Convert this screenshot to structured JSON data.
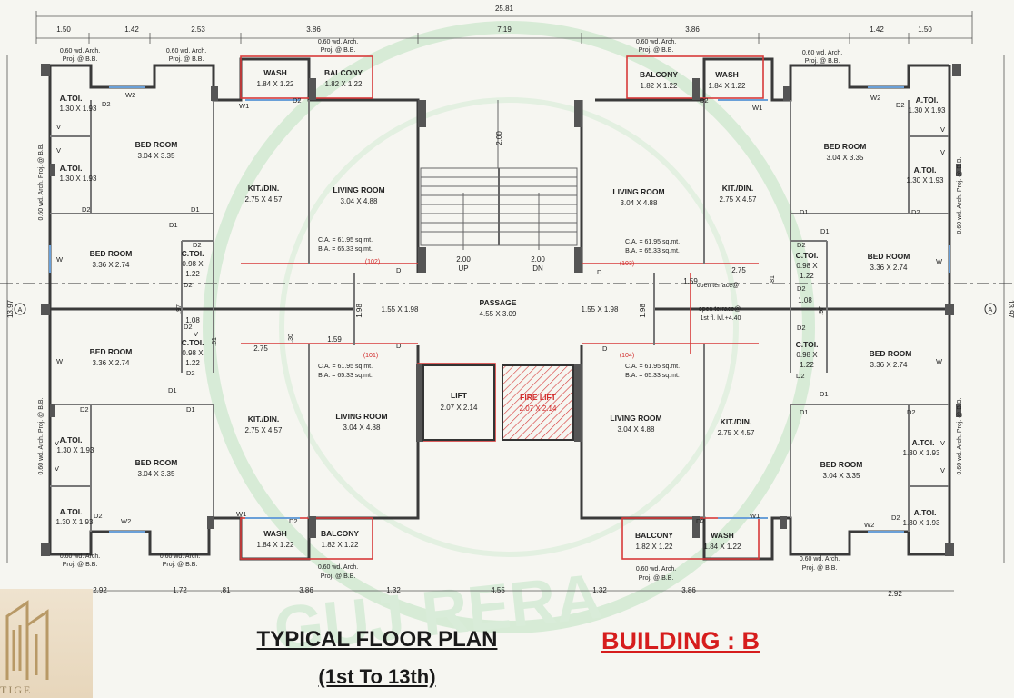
{
  "plan": {
    "title_line1": "TYPICAL FLOOR PLAN",
    "title_line2": "(1st To 13th)",
    "building": "BUILDING : B",
    "logo_text": "TIGE"
  },
  "top_dims": {
    "total": "25.81",
    "d1": "1.50",
    "d2": "1.42",
    "d3": "2.53",
    "d4": "3.86",
    "d5": "7.19",
    "d6": "3.86",
    "d7": "1.42",
    "d8": "1.50"
  },
  "bottom_dims": {
    "d1": "2.92",
    "d2": "1.72",
    "d3": ".81",
    "d4": "3.86",
    "d5": "1.32",
    "d6": "4.55",
    "d7": "1.32",
    "d8": "3.86",
    "d9": "2.92"
  },
  "side_dims": {
    "left": "13.97",
    "right": "13.97"
  },
  "arch_proj": "0.60 wd. Arch.",
  "arch_proj2": "Proj. @ B.B.",
  "arch_vertical": "0.60 wd. Arch. Proj. @ B.B.",
  "rooms": {
    "wash": "WASH",
    "wash_size": "1.84 X 1.22",
    "balcony": "BALCONY",
    "balcony_size": "1.82 X 1.22",
    "atoi": "A.TOI.",
    "atoi_size": "1.30 X 1.93",
    "bed": "BED ROOM",
    "bed_big": "3.04 X 3.35",
    "bed_small": "3.36 X 2.74",
    "kit": "KIT./DIN.",
    "kit_size": "2.75 X 4.57",
    "living": "LIVING ROOM",
    "living_size": "3.04 X 4.88",
    "ctoi": "C.TOI.",
    "ctoi_size1": "0.98 X",
    "ctoi_size2": "1.22",
    "ca": "C.A. = 61.95 sq.mt.",
    "ba": "B.A. = 65.33 sq.mt.",
    "passage": "PASSAGE",
    "passage_size": "4.55 X 3.09",
    "lobby_size": "1.55 X 1.98",
    "lift": "LIFT",
    "lift_size": "2.07 X 2.14",
    "fire_lift": "FIRE LIFT",
    "fire_lift_size": "2.07 X 2.14",
    "stair_w": "2.00",
    "up": "UP",
    "dn": "DN",
    "terrace1": "open terrace@",
    "terrace2": "1st fl. lvl.+4.40",
    "flat101": "(101)",
    "flat102": "(102)",
    "flat103": "(103)",
    "flat104": "(104)"
  },
  "misc": {
    "d159": "1.59",
    "d275": "2.75",
    "d108": "1.08",
    "d97": ".97",
    "d81": ".81",
    "d198": "1.98",
    "d30": ".30",
    "axis": "A"
  },
  "doors": {
    "d": "D",
    "d1": "D1",
    "d2": "D2",
    "w": "W",
    "w1": "W1",
    "w2": "W2",
    "v": "V"
  },
  "colors": {
    "wall": "#3a3a3a",
    "red_outline": "#d73a3a",
    "blue_wall": "#6aa0d8",
    "watermark": "#7fcf8a"
  }
}
